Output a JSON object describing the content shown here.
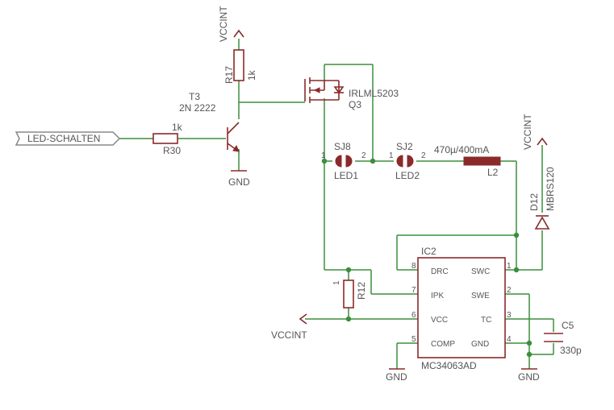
{
  "labels": {
    "vccint_top": "VCCINT",
    "r17_name": "R17",
    "r17_value": "1k",
    "t3_name": "T3",
    "t3_value": "2N 2222",
    "q3_value": "IRLML5203",
    "q3_name": "Q3",
    "led_schalten": "LED-SCHALTEN",
    "r30_value": "1k",
    "r30_name": "R30",
    "gnd_t3": "GND",
    "sj8": "SJ8",
    "sj8_pin1": "1",
    "sj8_pin2": "2",
    "led1": "LED1",
    "sj2": "SJ2",
    "sj2_pin1": "1",
    "sj2_pin2": "2",
    "led2": "LED2",
    "l2_value": "470µ/400mA",
    "l2_name": "L2",
    "vccint_right": "VCCINT",
    "d12_name": "D12",
    "d12_value": "MBRS120",
    "ic2_name": "IC2",
    "ic2_value": "MC34063AD",
    "r12_name": "R12",
    "r12_pin1": "1",
    "vccint_left": "VCCINT",
    "c5_name": "C5",
    "c5_value": "330p",
    "gnd_ic": "GND",
    "gnd_right": "GND"
  },
  "ic_pins": [
    {
      "num": "8",
      "name": "DRC"
    },
    {
      "num": "7",
      "name": "IPK"
    },
    {
      "num": "6",
      "name": "VCC"
    },
    {
      "num": "5",
      "name": "COMP"
    },
    {
      "num": "1",
      "name": "SWC"
    },
    {
      "num": "2",
      "name": "SWE"
    },
    {
      "num": "3",
      "name": "TC"
    },
    {
      "num": "4",
      "name": "GND"
    }
  ]
}
